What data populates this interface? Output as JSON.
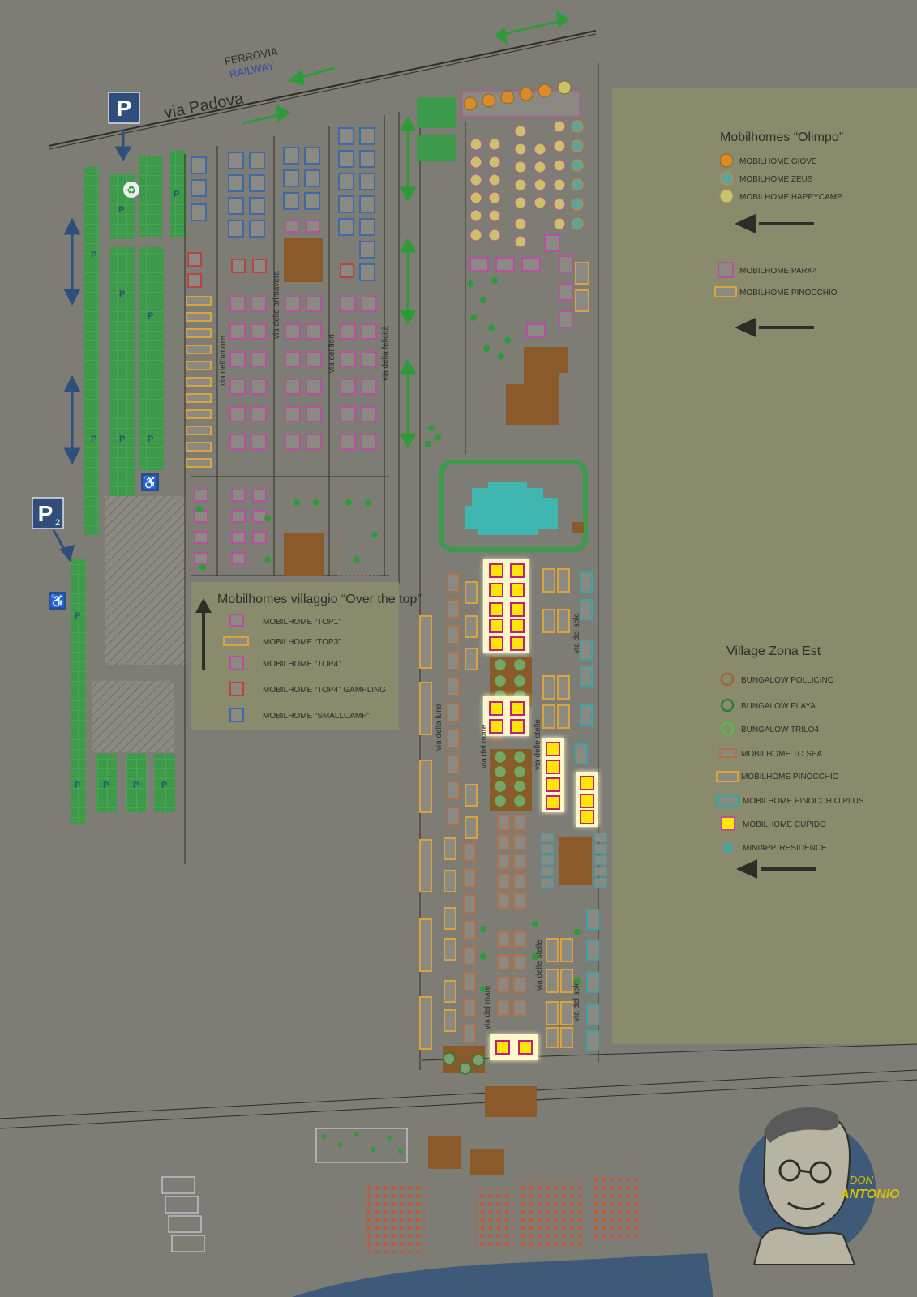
{
  "roads": {
    "railway_it": "FERROVIA",
    "railway_en": "RAILWAY",
    "via_padova": "via Padova"
  },
  "parking": {
    "p1": "P",
    "p2": "P",
    "p2_sub": "2",
    "stall_label": "P"
  },
  "streets": {
    "amore": "via dell'amore",
    "primavera": "via della primavera",
    "fiori": "via dei fiori",
    "felicita": "via della felicità",
    "luna": "via della luna",
    "mare": "via del mare",
    "stelle": "via delle stelle",
    "sole": "via del sole",
    "mare2": "via del mare",
    "stelle2": "via delle stelle",
    "sole2": "via del sole"
  },
  "legend_olimpo": {
    "title": "Mobilhomes “Olimpo”",
    "items": [
      {
        "label": "MOBILHOME GIOVE",
        "color": "#d98a2a"
      },
      {
        "label": "MOBILHOME ZEUS",
        "color": "#5fa39a"
      },
      {
        "label": "MOBILHOME HAPPYCAMP",
        "color": "#c9c26a"
      },
      {
        "label": "MOBILHOME  PARK4",
        "color": "#b84fa0"
      },
      {
        "label": "MOBILHOME  PINOCCHIO",
        "color": "#d9a43e"
      }
    ]
  },
  "legend_overtop": {
    "title": "Mobilhomes villaggio “Over the top”",
    "items": [
      {
        "label": "MOBILHOME “TOP1”",
        "color": "#b84fa0"
      },
      {
        "label": "MOBILHOME “TOP3”",
        "color": "#d9a43e"
      },
      {
        "label": "MOBILHOME “TOP4”",
        "color": "#b84fa0"
      },
      {
        "label": "MOBILHOME “TOP4” GAMPLING",
        "color": "#b8443a"
      },
      {
        "label": "MOBILHOME “SMALLCAMP”",
        "color": "#3f6aa8"
      }
    ]
  },
  "legend_est": {
    "title": "Village Zona Est",
    "items": [
      {
        "label": "BUNGALOW  POLLICINO",
        "color": "#a0643a"
      },
      {
        "label": "BUNGALOW  PLAYA",
        "color": "#2f7a3a"
      },
      {
        "label": "BUNGALOW  TRILO4",
        "color": "#4fbf4f"
      },
      {
        "label": "MOBILHOME  TO SEA",
        "color": "#b0704a"
      },
      {
        "label": "MOBILHOME  PINOCCHIO",
        "color": "#d9a43e"
      },
      {
        "label": "MOBILHOME  PINOCCHIO PLUS",
        "color": "#3aa3a8"
      },
      {
        "label": "MOBILHOME  CUPIDO",
        "color": "#d6c200"
      },
      {
        "label": "MINIAPP. RESIDENCE",
        "color": "#4f9fa3"
      }
    ]
  },
  "logo": {
    "line1": "DON",
    "line2": "ANTONIO"
  },
  "colors": {
    "background": "#7d7d76",
    "panel": "#8a8a6c",
    "green_parking": "#3d9a4a",
    "blue_sign": "#2f4f7a",
    "highlight": "#ffe600",
    "building": "#8b5a2b",
    "pool": "#3fb6b0",
    "sea": "#3e5a78"
  }
}
